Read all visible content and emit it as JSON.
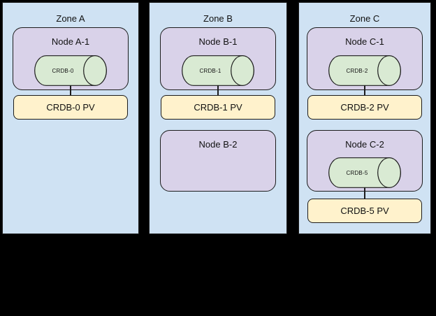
{
  "colors": {
    "background": "#000000",
    "zone_fill": "#cfe2f3",
    "node_fill": "#d9d2e9",
    "cylinder_fill": "#d9ead3",
    "pv_fill": "#fff2cc",
    "border": "#1c1c1c"
  },
  "zones": [
    {
      "title": "Zone A",
      "nodes": [
        {
          "title": "Node A-1",
          "cylinder": {
            "label": "CRDB-0"
          },
          "pv": {
            "label": "CRDB-0 PV"
          }
        }
      ]
    },
    {
      "title": "Zone B",
      "nodes": [
        {
          "title": "Node B-1",
          "cylinder": {
            "label": "CRDB-1"
          },
          "pv": {
            "label": "CRDB-1 PV"
          }
        },
        {
          "title": "Node B-2"
        }
      ]
    },
    {
      "title": "Zone C",
      "nodes": [
        {
          "title": "Node C-1",
          "cylinder": {
            "label": "CRDB-2"
          },
          "pv": {
            "label": "CRDB-2 PV"
          }
        },
        {
          "title": "Node C-2",
          "cylinder": {
            "label": "CRDB-5"
          },
          "pv": {
            "label": "CRDB-5 PV"
          }
        }
      ]
    }
  ]
}
